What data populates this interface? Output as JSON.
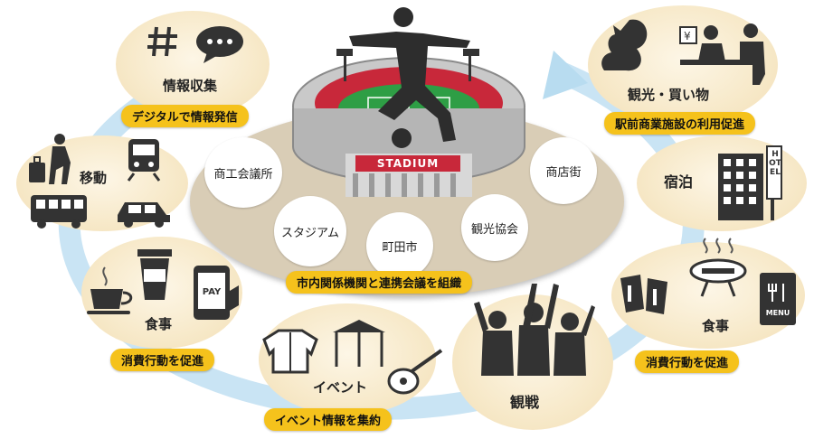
{
  "stadium": {
    "sign": "STADIUM"
  },
  "organizations": {
    "chamber": "商工会議所",
    "stadium_company": "スタジアム",
    "city": "町田市",
    "tourism_association": "観光協会",
    "shopping_street": "商店街"
  },
  "center_banner": "市内関係機関と連携会議を組織",
  "segments": {
    "info": {
      "label": "情報収集",
      "banner": "デジタルで情報発信"
    },
    "sightseeing": {
      "label": "観光・買い物",
      "banner": "駅前商業施設の利用促進"
    },
    "move": {
      "label": "移動"
    },
    "stay": {
      "label": "宿泊",
      "hotel_sign": "HOTEL"
    },
    "food_left": {
      "label": "食事",
      "banner": "消費行動を促進",
      "phone_text": "PAY"
    },
    "food_right": {
      "label": "食事",
      "banner": "消費行動を促進",
      "menu_text": "MENU"
    },
    "event": {
      "label": "イベント",
      "banner": "イベント情報を集約"
    },
    "watch": {
      "label": "観戦"
    }
  },
  "colors": {
    "cycle_arrow": "#c9e4f4",
    "banner": "#f5c21c",
    "platform": "#d9cdb6",
    "field": "#2e9e45",
    "seats": "#c8283a",
    "sign": "#c8283a",
    "icon": "#333333"
  },
  "icons": [
    "hash-icon",
    "chat-bubble-icon",
    "squirrel-icon",
    "shop-counter-icon",
    "person-walking-luggage-icon",
    "train-icon",
    "bus-icon",
    "car-icon",
    "hotel-building-icon",
    "coffee-cup-icon",
    "takeout-cup-icon",
    "pay-phone-icon",
    "beer-mugs-icon",
    "grill-icon",
    "menu-icon",
    "jacket-icon",
    "tent-icon",
    "guitar-icon",
    "cheering-fans-icon",
    "soccer-player-icon"
  ]
}
